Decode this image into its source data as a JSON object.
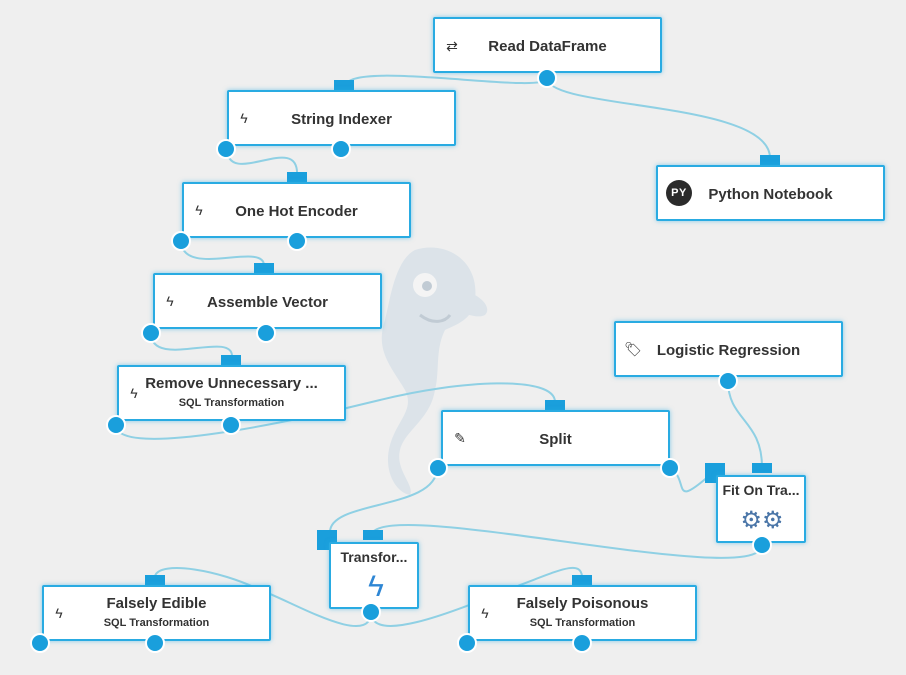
{
  "nodes": {
    "read_dataframe": {
      "title": "Read DataFrame",
      "icon": "swap-arrows-icon"
    },
    "string_indexer": {
      "title": "String Indexer",
      "icon": "lightning-icon"
    },
    "python_notebook": {
      "title": "Python Notebook",
      "icon": "python-badge-icon",
      "badge": "PY"
    },
    "one_hot_encoder": {
      "title": "One Hot Encoder",
      "icon": "lightning-icon"
    },
    "assemble_vector": {
      "title": "Assemble Vector",
      "icon": "lightning-icon"
    },
    "remove_unnecessary": {
      "title": "Remove Unnecessary ...",
      "subtitle": "SQL Transformation",
      "icon": "lightning-icon"
    },
    "logistic_regression": {
      "title": "Logistic Regression",
      "icon": "tag-icon"
    },
    "split": {
      "title": "Split",
      "icon": "edit-icon"
    },
    "fit_on_transform": {
      "title": "Fit On Tra...",
      "icon": "gears-icon"
    },
    "transform": {
      "title": "Transfor...",
      "icon": "lightning-icon"
    },
    "falsely_edible": {
      "title": "Falsely Edible",
      "subtitle": "SQL Transformation",
      "icon": "lightning-icon"
    },
    "falsely_poisonous": {
      "title": "Falsely Poisonous",
      "subtitle": "SQL Transformation",
      "icon": "lightning-icon"
    }
  },
  "colors": {
    "accent": "#29abe2",
    "port": "#1a9fdc",
    "background": "#efefef"
  }
}
